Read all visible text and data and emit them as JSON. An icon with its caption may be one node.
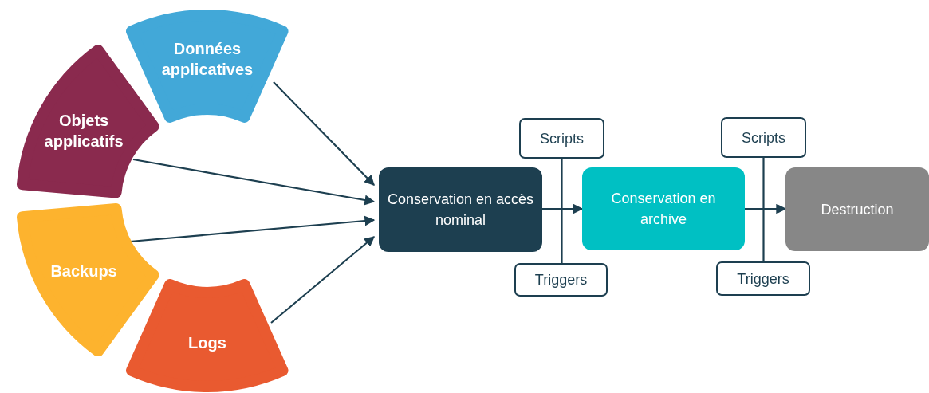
{
  "diagram": {
    "nodes": [
      {
        "text": [
          "Données applicatives"
        ]
      },
      {
        "text": [
          "Objets applicatifs"
        ]
      },
      {
        "text": [
          "Backups"
        ]
      },
      {
        "text": [
          "Logs"
        ]
      },
      {
        "text": [
          "Conservation en accès nominal"
        ]
      },
      {
        "text": [
          "Scripts"
        ]
      },
      {
        "text": [
          "Triggers"
        ]
      },
      {
        "text": [
          "Conservation en archive"
        ]
      },
      {
        "text": [
          "Scripts"
        ]
      },
      {
        "text": [
          "Triggers"
        ]
      },
      {
        "text": [
          "Destruction"
        ]
      }
    ],
    "edges": [
      {
        "from": 0,
        "to": 4,
        "arrow": "to"
      },
      {
        "from": 1,
        "to": 4,
        "arrow": "to"
      },
      {
        "from": 2,
        "to": 4,
        "arrow": "to"
      },
      {
        "from": 3,
        "to": 4,
        "arrow": "to"
      },
      {
        "from": 4,
        "to": 7,
        "arrow": "to"
      },
      {
        "from": 5,
        "to": 6,
        "arrow": "none"
      },
      {
        "from": 7,
        "to": 10,
        "arrow": "to"
      },
      {
        "from": 8,
        "to": 9,
        "arrow": "none"
      }
    ]
  }
}
